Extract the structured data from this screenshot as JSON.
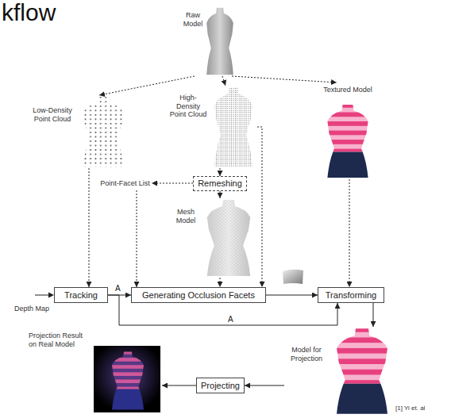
{
  "diagram": {
    "title": "kflow",
    "nodes": [
      {
        "text": [
          "Raw Model"
        ]
      },
      {
        "text": [
          "Low-Density Point Cloud"
        ]
      },
      {
        "text": [
          "High-Density Point Cloud"
        ]
      },
      {
        "text": [
          "Textured Model"
        ]
      },
      {
        "text": [
          "Point-Facet List"
        ]
      },
      {
        "text": [
          "Remeshing"
        ]
      },
      {
        "text": [
          "Mesh Model"
        ]
      },
      {
        "text": [
          "Tracking"
        ]
      },
      {
        "text": [
          "Generating Occlusion Facets"
        ]
      },
      {
        "text": [
          "Transforming"
        ]
      },
      {
        "text": [
          "Model for Projection"
        ]
      },
      {
        "text": [
          "Projecting"
        ]
      },
      {
        "text": [
          "Projection Result on Real Model"
        ]
      }
    ],
    "edges": [
      {
        "from": 0,
        "to": 1,
        "arrow": "to"
      },
      {
        "from": 0,
        "to": 2,
        "arrow": "to"
      },
      {
        "from": 0,
        "to": 3,
        "arrow": "to"
      },
      {
        "from": 2,
        "to": 5,
        "arrow": "to"
      },
      {
        "from": 5,
        "to": 4,
        "arrow": "to"
      },
      {
        "from": 5,
        "to": 6,
        "arrow": "to"
      },
      {
        "from": 2,
        "to": 8,
        "arrow": "to"
      },
      {
        "from": 1,
        "to": 7,
        "arrow": "to"
      },
      {
        "from": 4,
        "to": 8,
        "arrow": "to"
      },
      {
        "from": 6,
        "to": 8,
        "arrow": "to"
      },
      {
        "from": 7,
        "to": 8,
        "label": "A",
        "arrow": "to"
      },
      {
        "from": 7,
        "to": 9,
        "label": "A",
        "arrow": "to"
      },
      {
        "from": 8,
        "to": 9,
        "arrow": "to"
      },
      {
        "from": 3,
        "to": 9,
        "arrow": "to"
      },
      {
        "from": 9,
        "to": 10,
        "arrow": "to"
      },
      {
        "from": 10,
        "to": 11,
        "arrow": "to"
      },
      {
        "from": 11,
        "to": 12,
        "arrow": "to"
      }
    ],
    "labels": [
      "Depth Map",
      "[1] Yi et. al"
    ]
  }
}
